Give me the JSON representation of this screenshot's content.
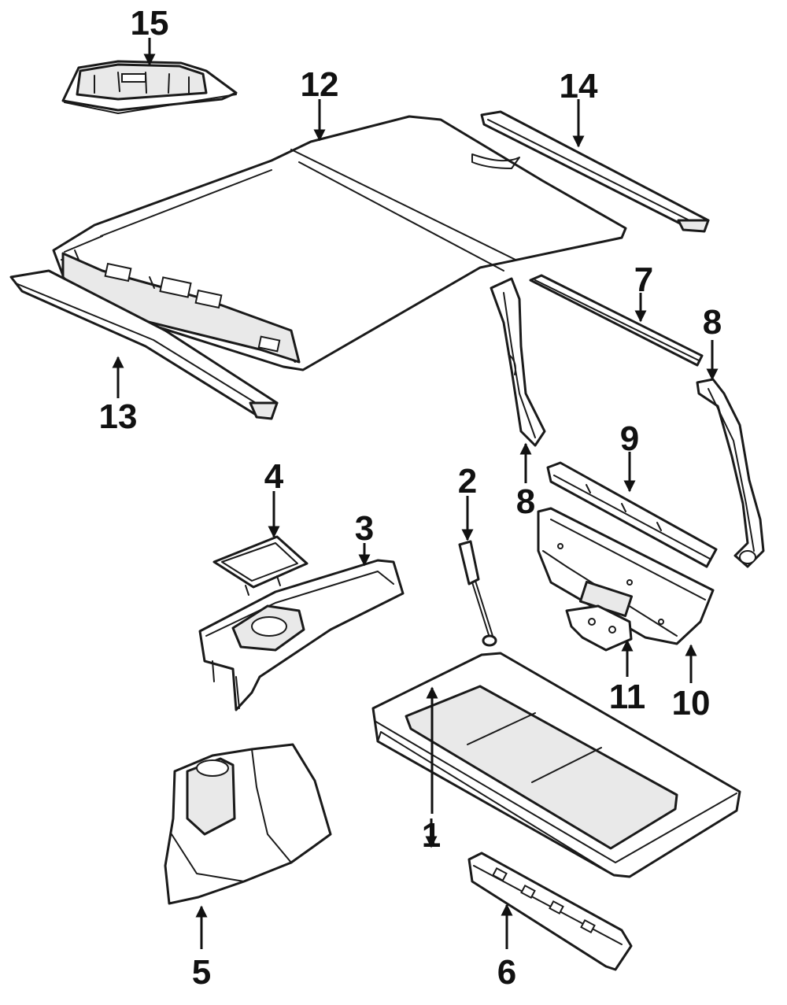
{
  "callouts": [
    {
      "id": "15",
      "label": "15"
    },
    {
      "id": "12",
      "label": "12"
    },
    {
      "id": "14",
      "label": "14"
    },
    {
      "id": "13",
      "label": "13"
    },
    {
      "id": "7",
      "label": "7"
    },
    {
      "id": "8a",
      "label": "8"
    },
    {
      "id": "8b",
      "label": "8"
    },
    {
      "id": "9",
      "label": "9"
    },
    {
      "id": "4",
      "label": "4"
    },
    {
      "id": "3",
      "label": "3"
    },
    {
      "id": "2",
      "label": "2"
    },
    {
      "id": "11",
      "label": "11"
    },
    {
      "id": "10",
      "label": "10"
    },
    {
      "id": "1",
      "label": "1"
    },
    {
      "id": "5",
      "label": "5"
    },
    {
      "id": "6",
      "label": "6"
    }
  ]
}
